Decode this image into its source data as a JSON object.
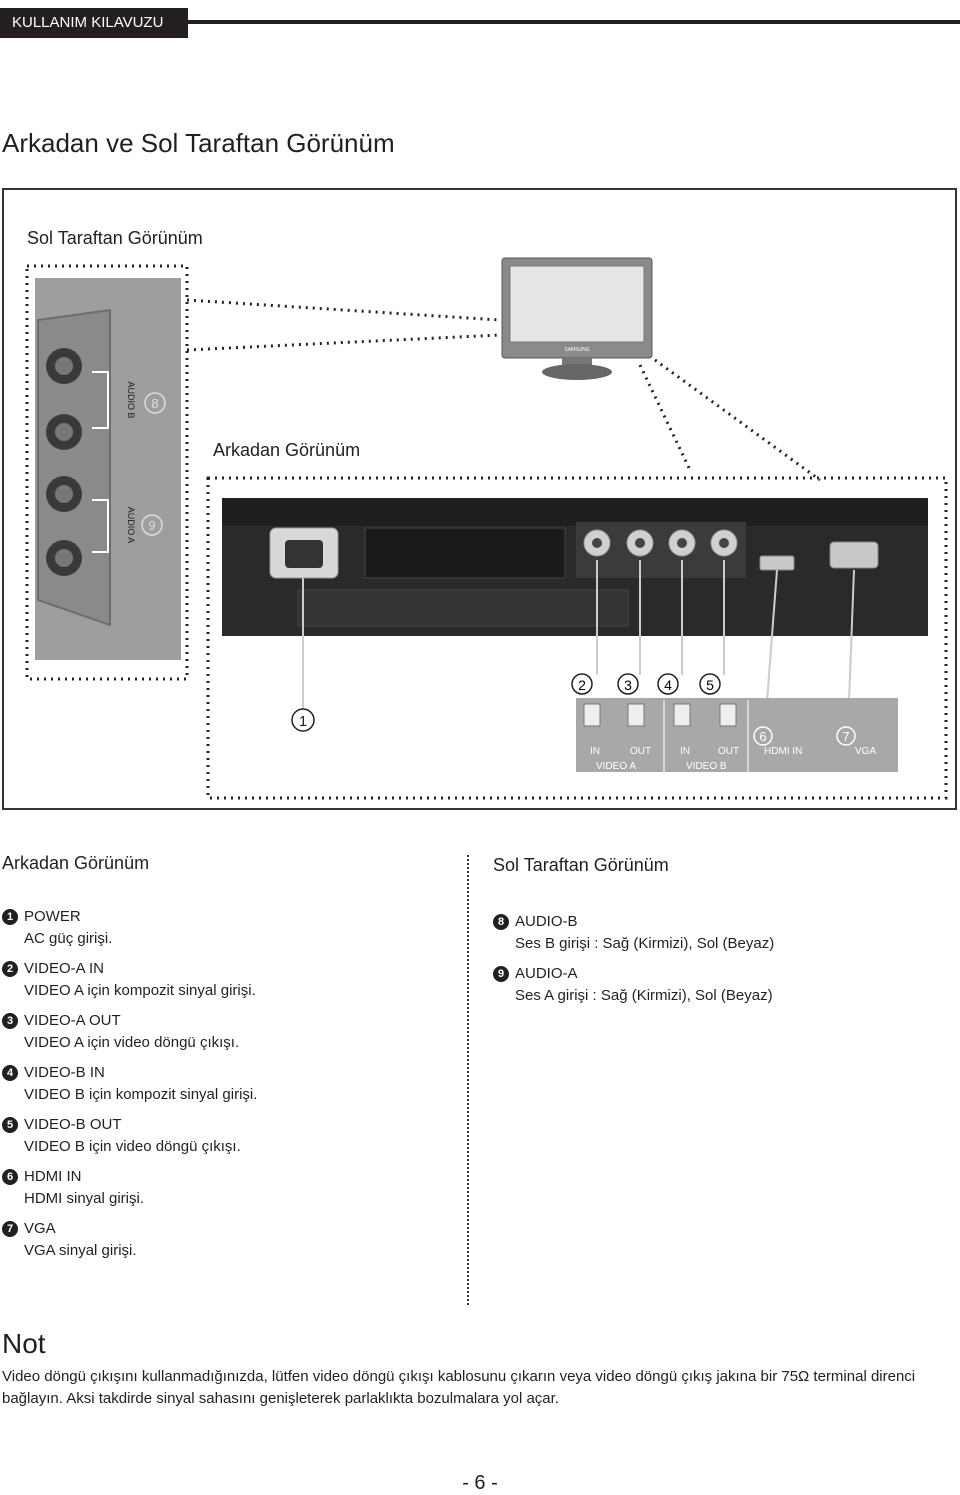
{
  "header": {
    "tab_label": "KULLANIM KILAVUZU"
  },
  "section_title": "Arkadan ve Sol Taraftan Görünüm",
  "figure": {
    "left_view_label": "Sol Taraftan Görünüm",
    "rear_view_label": "Arkadan Görünüm",
    "side_panel_labels": {
      "audio_b": "AUDIO B",
      "audio_a": "AUDIO A"
    },
    "monitor_brand": "SAMSUNG",
    "callout_numbers": [
      "1",
      "2",
      "3",
      "4",
      "5",
      "6",
      "7",
      "8",
      "9"
    ],
    "port_labels": {
      "in": "IN",
      "out": "OUT",
      "video_a": "VIDEO A",
      "video_b": "VIDEO B",
      "hdmi_in": "HDMI IN",
      "vga": "VGA"
    }
  },
  "rear": {
    "title": "Arkadan Görünüm",
    "items": [
      {
        "num": "1",
        "title": "POWER",
        "desc": "AC güç girişi."
      },
      {
        "num": "2",
        "title": "VIDEO-A IN",
        "desc": "VIDEO A için kompozit sinyal girişi."
      },
      {
        "num": "3",
        "title": "VIDEO-A OUT",
        "desc": "VIDEO A için video döngü çıkışı."
      },
      {
        "num": "4",
        "title": "VIDEO-B IN",
        "desc": "VIDEO B için kompozit sinyal girişi."
      },
      {
        "num": "5",
        "title": "VIDEO-B OUT",
        "desc": "VIDEO B için video döngü çıkışı."
      },
      {
        "num": "6",
        "title": "HDMI IN",
        "desc": "HDMI sinyal girişi."
      },
      {
        "num": "7",
        "title": "VGA",
        "desc": "VGA sinyal girişi."
      }
    ]
  },
  "left": {
    "title": "Sol Taraftan Görünüm",
    "items": [
      {
        "num": "8",
        "title": "AUDIO-B",
        "desc": "Ses B girişi : Sağ (Kirmizi), Sol (Beyaz)"
      },
      {
        "num": "9",
        "title": "AUDIO-A",
        "desc": "Ses A girişi : Sağ (Kirmizi), Sol (Beyaz)"
      }
    ]
  },
  "note": {
    "title": "Not",
    "text": "Video döngü çıkışını kullanmadığınızda, lütfen video döngü çıkışı kablosunu çıkarın veya video döngü çıkış jakına bir 75Ω terminal direnci bağlayın. Aksi takdirde sinyal sahasını genişleterek parlaklıkta bozulmalara yol açar."
  },
  "page_number": "- 6 -"
}
